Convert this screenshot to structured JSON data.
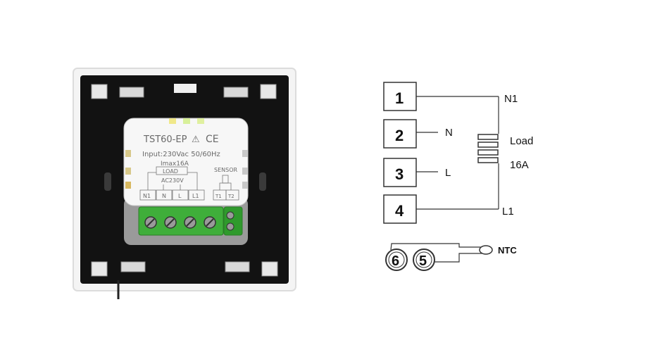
{
  "device": {
    "model": "TST60-EP",
    "input": "Input:230Vac  50/60Hz",
    "imax": "Imax16A",
    "load": "LOAD",
    "ac": "AC230V",
    "sensor": "SENSOR",
    "terminals": [
      "N1",
      "N",
      "L",
      "L1"
    ],
    "sensor_terminals": [
      "T1",
      "T2"
    ]
  },
  "wiring": {
    "terminal_numbers": [
      "1",
      "2",
      "3",
      "4"
    ],
    "labels": {
      "n1": "N1",
      "n": "N",
      "l": "L",
      "l1": "L1"
    },
    "load_label": "Load",
    "load_rating": "16A",
    "sensor_numbers": [
      "6",
      "5"
    ],
    "sensor_label": "NTC"
  }
}
